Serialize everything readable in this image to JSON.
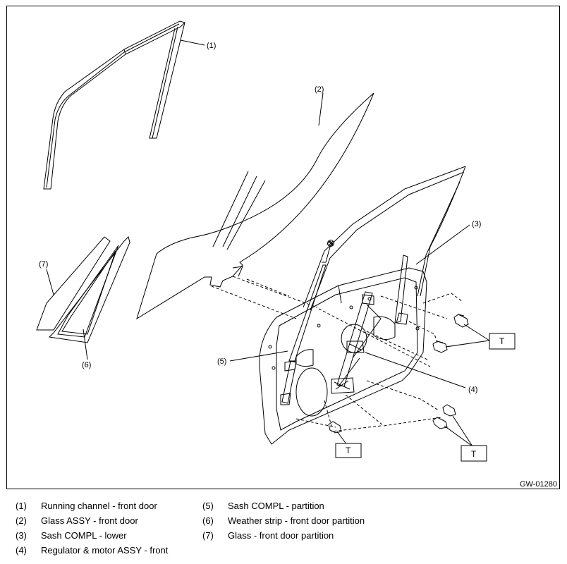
{
  "diagram": {
    "callouts": {
      "c1": "(1)",
      "c2": "(2)",
      "c3": "(3)",
      "c4": "(4)",
      "c5": "(5)",
      "c6": "(6)",
      "c7": "(7)"
    },
    "torque_label": "T",
    "figure_code": "GW-01280"
  },
  "legend": [
    {
      "num": "(1)",
      "text": "Running channel - front door"
    },
    {
      "num": "(2)",
      "text": "Glass ASSY - front door"
    },
    {
      "num": "(3)",
      "text": "Sash COMPL - lower"
    },
    {
      "num": "(4)",
      "text": "Regulator & motor ASSY - front"
    },
    {
      "num": "(5)",
      "text": "Sash COMPL - partition"
    },
    {
      "num": "(6)",
      "text": "Weather strip - front door partition"
    },
    {
      "num": "(7)",
      "text": "Glass - front door partition"
    }
  ]
}
